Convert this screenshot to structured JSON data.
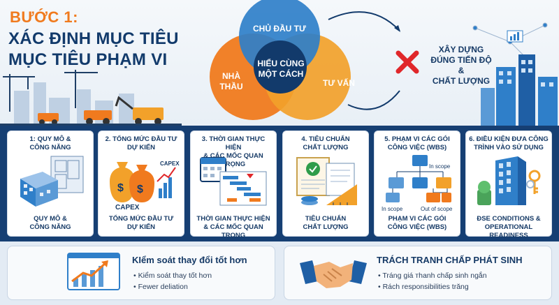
{
  "header": {
    "step": "BƯỚC 1:",
    "line1": "XÁC ĐỊNH MỤC TIÊU",
    "line2": "MỤC TIÊU PHẠM VI"
  },
  "venn": {
    "top": "CHỦ ĐẦU TƯ",
    "left": [
      "NHÀ",
      "THẦU"
    ],
    "right": "TƯ VẤN",
    "center": [
      "HIỂU CÙNG",
      "MỘT CÁCH"
    ],
    "colors": {
      "top": "#2f7fc9",
      "left": "#f07a1e",
      "right": "#f2a12a",
      "center": "#123a6b"
    }
  },
  "outcome": [
    "XÂY DỰNG",
    "ĐÚNG TIẾN ĐỘ",
    "&",
    "CHẤT LƯỢNG"
  ],
  "cards": [
    {
      "title": [
        "1: QUY MÔ &",
        "CÔNG NĂNG"
      ],
      "sub": [
        "QUY MÔ &",
        "CÔNG NĂNG"
      ]
    },
    {
      "title": [
        "2. TỔNG MỨC ĐẦU TƯ",
        "DỰ KIẾN"
      ],
      "sub": [
        "TỔNG MỨC ĐẦU TƯ",
        "DỰ KIẾN"
      ],
      "labels": [
        "CAPEX",
        "CAPEX"
      ]
    },
    {
      "title": [
        "3. THỜI GIAN THỰC HIỆN",
        "& CÁC MỐC QUAN TRỌNG"
      ],
      "sub": [
        "THỜI GIAN THỰC HIỆN",
        "& CÁC MỐC QUAN TRỌNG"
      ]
    },
    {
      "title": [
        "4. TIÊU CHUẨN",
        "CHẤT LƯỢNG"
      ],
      "sub": [
        "TIÊU CHUẨN",
        "CHẤT LƯỢNG"
      ]
    },
    {
      "title": [
        "5. PHẠM VI CÁC GÓI",
        "CÔNG VIỆC (WBS)"
      ],
      "sub": [
        "PHẠM VI CÁC GÓI",
        "CÔNG VIỆC (WBS)"
      ],
      "labels": [
        "In scope",
        "In scope",
        "Out of scope"
      ]
    },
    {
      "title": [
        "6. ĐIỀU KIỆN ĐƯA CÔNG",
        "TRÌNH VÀO SỬ DỤNG"
      ],
      "sub": [
        "ĐSE CONDITIONS &",
        "OPERATIONAL READINESS"
      ]
    }
  ],
  "panels": [
    {
      "title": "KIểm soát thay đổi tốt hơn",
      "items": [
        "Kiểm soát thay tốt hơn",
        "Fewer deliation"
      ]
    },
    {
      "title": "TRÁCH TRANH CHẤP PHÁT SINH",
      "items": [
        "Tráng giá тhanh chấp sinh ngắn",
        "Rách responsibilities trăng"
      ]
    }
  ]
}
